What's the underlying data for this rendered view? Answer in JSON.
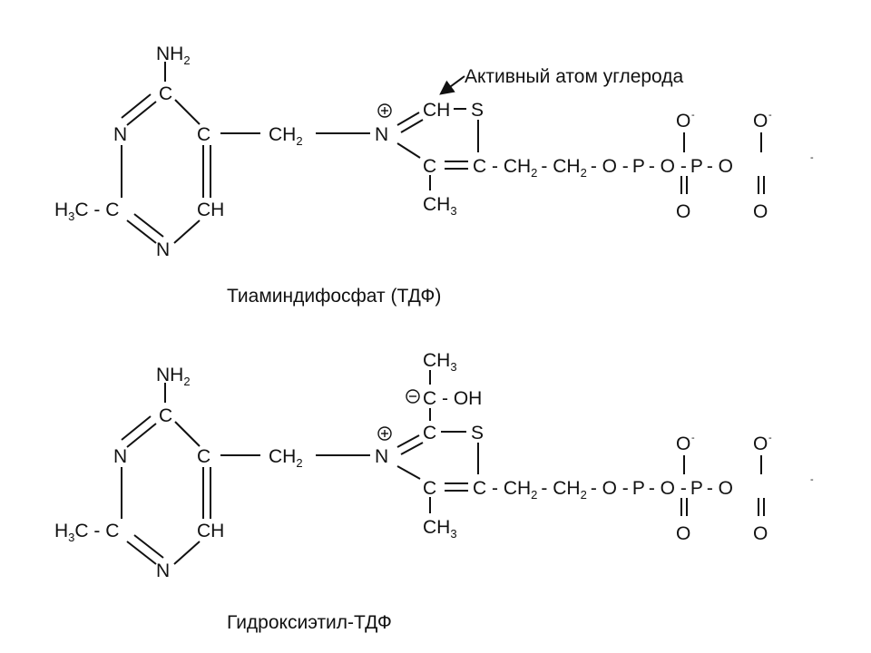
{
  "thdp": {
    "name": "Тиаминдифосфат (ТДФ)",
    "annotation": "Активный атом углерода",
    "atoms": {
      "nh2": "NH",
      "c_top": "C",
      "n_left": "N",
      "c_right": "C",
      "h3c": "H",
      "h3c_c": "C - C",
      "ch_ring": "CH",
      "n_bottom": "N",
      "ch2_bridge": "CH",
      "n_thiazole": "N",
      "ch_active": "CH",
      "s": "S",
      "c_thz_left": "C",
      "c_thz_right": "C - CH",
      "ch2_chain": "- CH",
      "o_chain": "- O -",
      "p1": "P",
      "o_mid": "- O -",
      "p2": "P",
      "o_end": "- O",
      "o_top1": "O",
      "o_top2": "O",
      "o_bot1": "O",
      "o_bot2": "O",
      "ch3": "CH"
    }
  },
  "hethdp": {
    "name": "Гидроксиэтил-ТДФ",
    "atoms": {
      "nh2": "NH",
      "c_top": "C",
      "n_left": "N",
      "c_right": "C",
      "h3c": "H",
      "h3c_c": "C - C",
      "ch_ring": "CH",
      "n_bottom": "N",
      "ch2_bridge": "CH",
      "n_thiazole": "N",
      "c_c2": "C",
      "s": "S",
      "ch3_top": "CH",
      "c_oh": "C - OH",
      "c_thz_left": "C",
      "c_thz_right": "C - CH",
      "ch2_chain": "- CH",
      "o_chain": "- O -",
      "p1": "P",
      "o_mid": "- O -",
      "p2": "P",
      "o_end": "- O",
      "o_top1": "O",
      "o_top2": "O",
      "o_bot1": "O",
      "o_bot2": "O",
      "ch3": "CH"
    }
  },
  "subscripts": {
    "two": "2",
    "three": "3"
  },
  "charges": {
    "plus": "+",
    "minus": "−",
    "neg": "-"
  }
}
